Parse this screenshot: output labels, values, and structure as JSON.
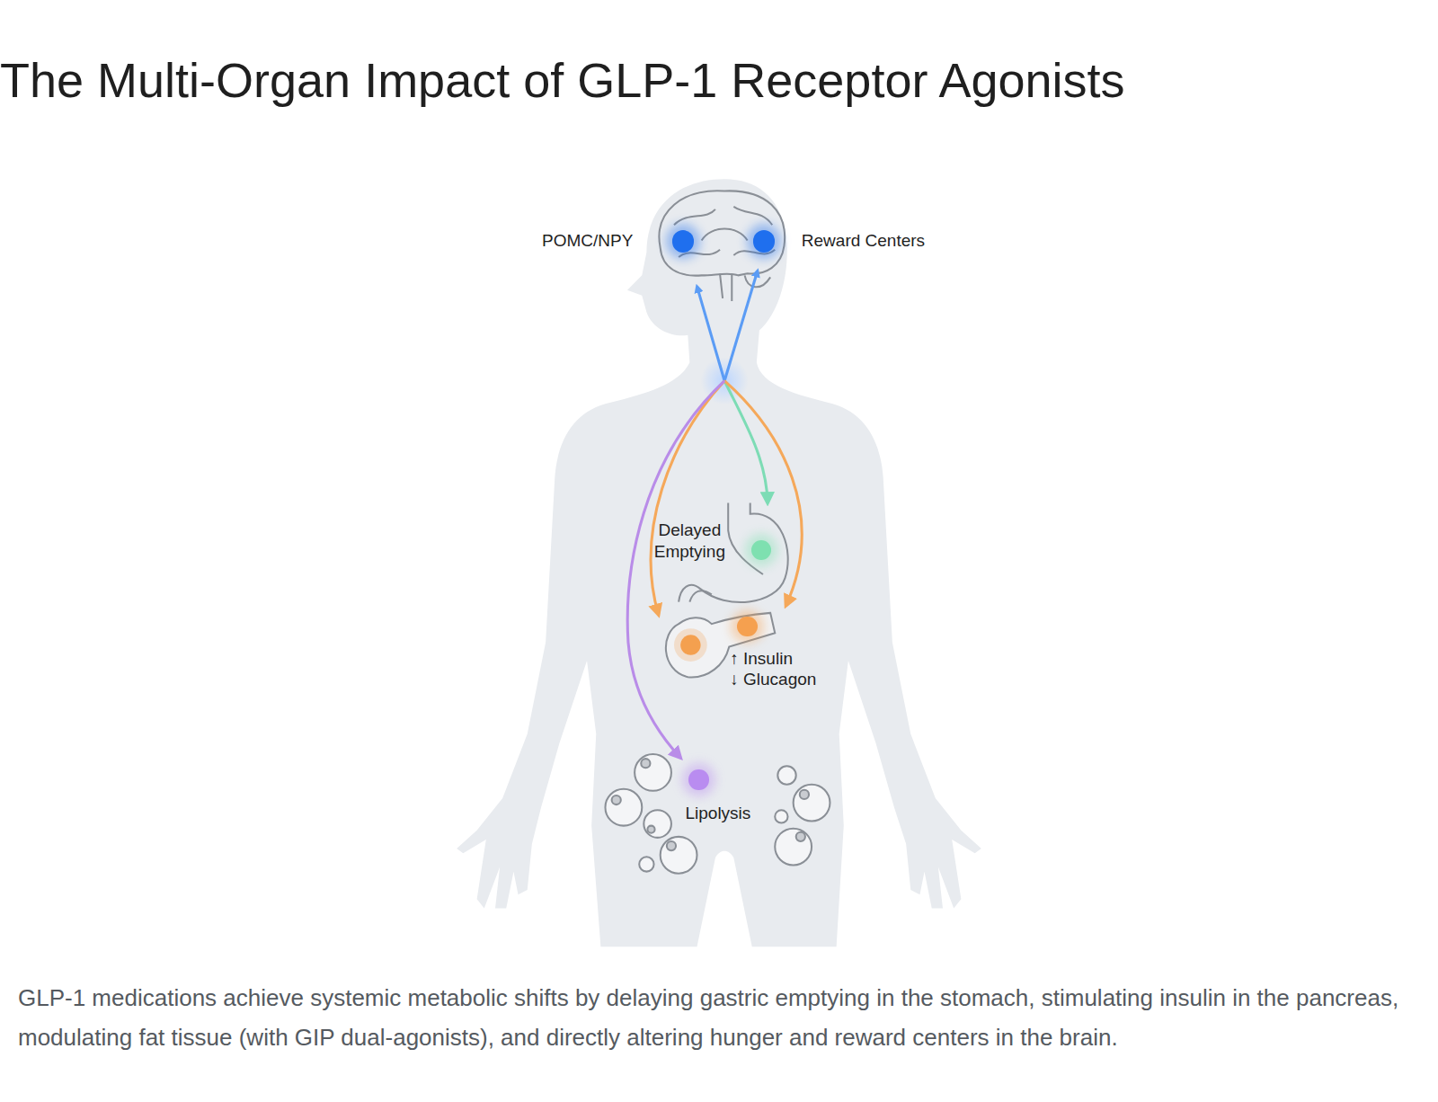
{
  "diagram": {
    "title": "The Multi-Organ Impact of GLP-1 Receptor Agonists",
    "caption": "GLP-1 medications achieve systemic metabolic shifts by delaying gastric emptying in the stomach, stimulating insulin in the pancreas, modulating fat tissue (with GIP dual-agonists), and directly altering hunger and reward centers in the brain.",
    "nodes": [
      {
        "text": [
          "POMC/NPY"
        ]
      },
      {
        "text": [
          "Reward Centers"
        ]
      },
      {
        "text": [
          "Delayed Emptying"
        ]
      },
      {
        "text": [
          "↑ Insulin",
          "↓ Glucagon"
        ]
      },
      {
        "text": [
          "Lipolysis"
        ]
      }
    ]
  }
}
